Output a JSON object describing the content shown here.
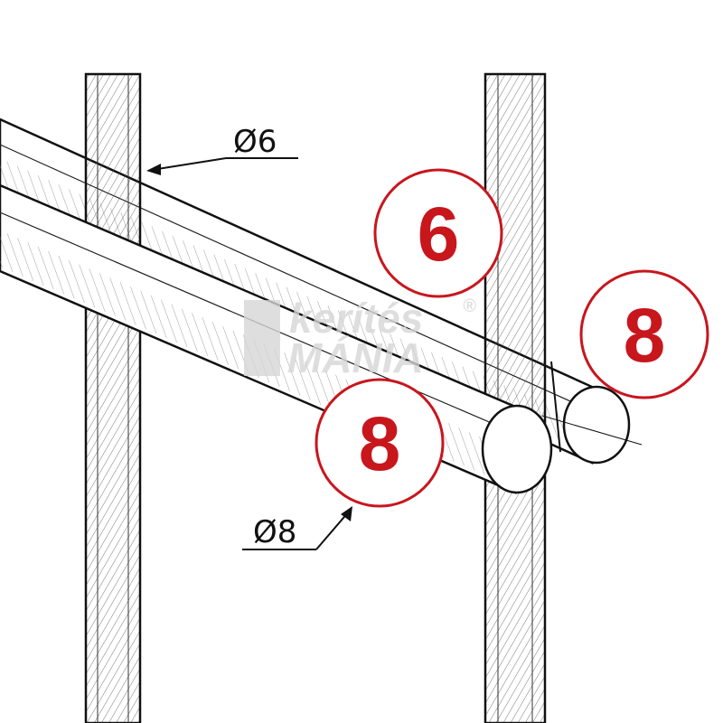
{
  "labels": {
    "diameter_top": "Ø6",
    "diameter_bottom": "Ø8"
  },
  "badges": [
    {
      "value": "6",
      "role": "vertical-wire-diameter"
    },
    {
      "value": "8",
      "role": "rear-horizontal-wire-diameter"
    },
    {
      "value": "8",
      "role": "front-horizontal-wire-diameter"
    }
  ],
  "watermark": {
    "line1": "kerítés",
    "line2": "MÁNIA",
    "mark": "®"
  },
  "colors": {
    "badge": "#c8161d",
    "line": "#111111",
    "watermark": "#d6d6d6"
  }
}
